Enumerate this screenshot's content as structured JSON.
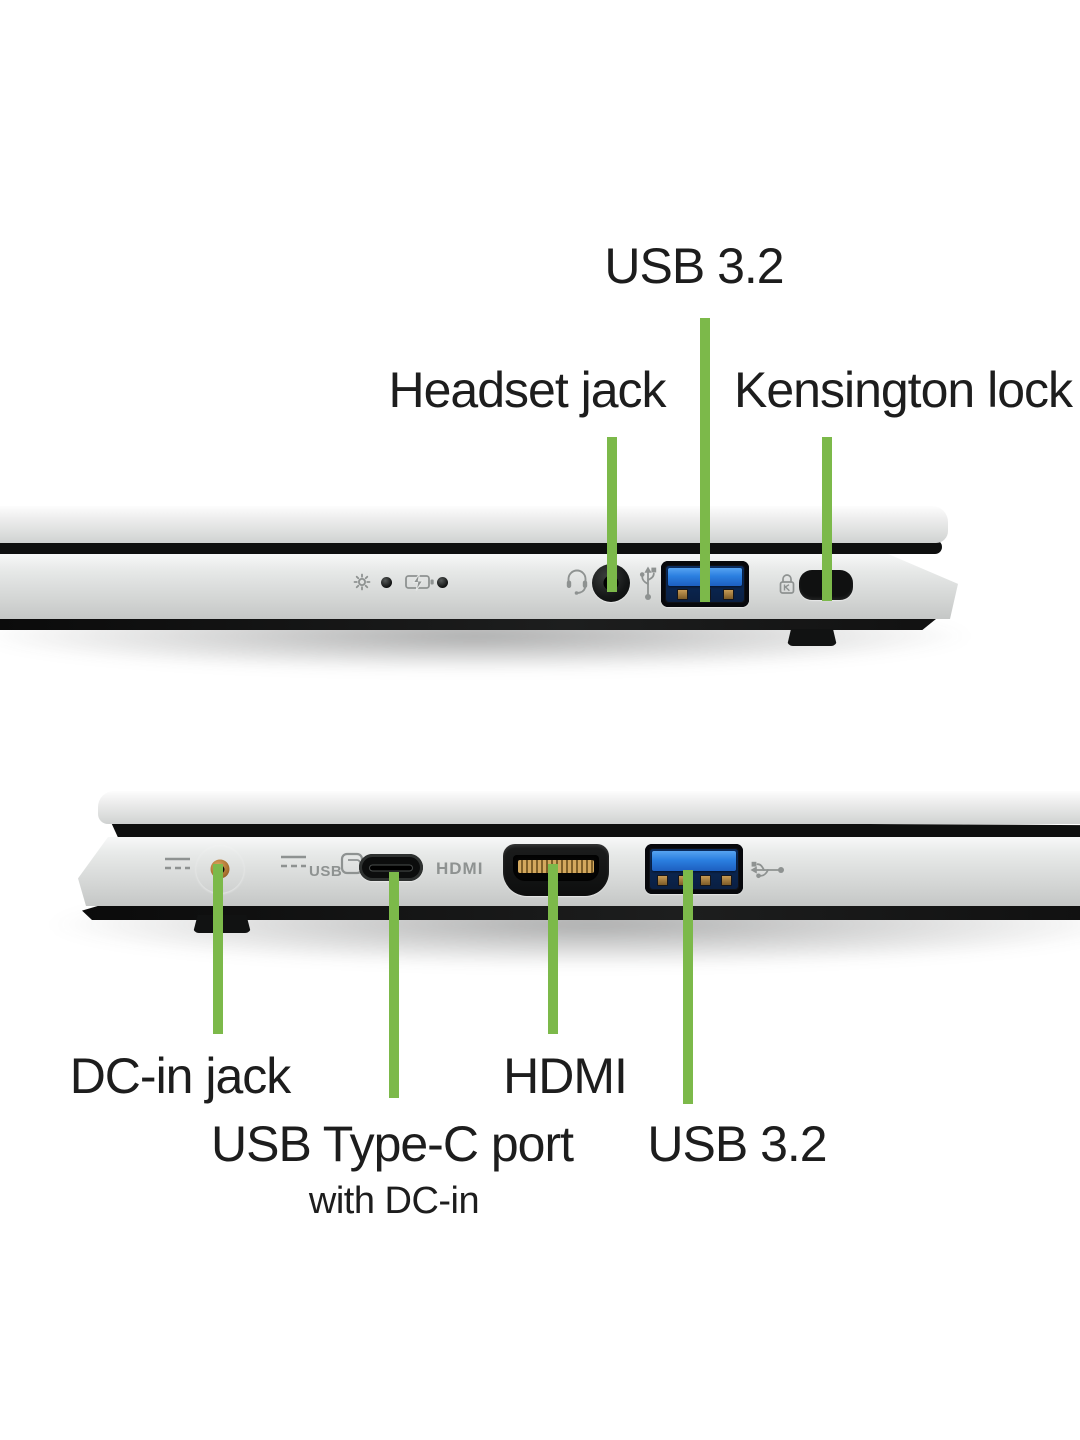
{
  "colors": {
    "background": "#ffffff",
    "accent_green": "#7cb94a",
    "label_text": "#1d1d1d",
    "usb_port_blue": "#2b7fe0",
    "chassis_silver": "#d8dad9"
  },
  "labels": {
    "top": {
      "usb32": "USB 3.2",
      "headset": "Headset jack",
      "kensington": "Kensington lock"
    },
    "bottom": {
      "dc": "DC-in jack",
      "usb_type_c": "USB Type-C port",
      "usb_type_c_sub": "with DC-in",
      "hdmi": "HDMI",
      "usb32": "USB 3.2"
    }
  },
  "engravings": {
    "usb_logo": "USB",
    "hdmi_logo": "HDMI"
  }
}
